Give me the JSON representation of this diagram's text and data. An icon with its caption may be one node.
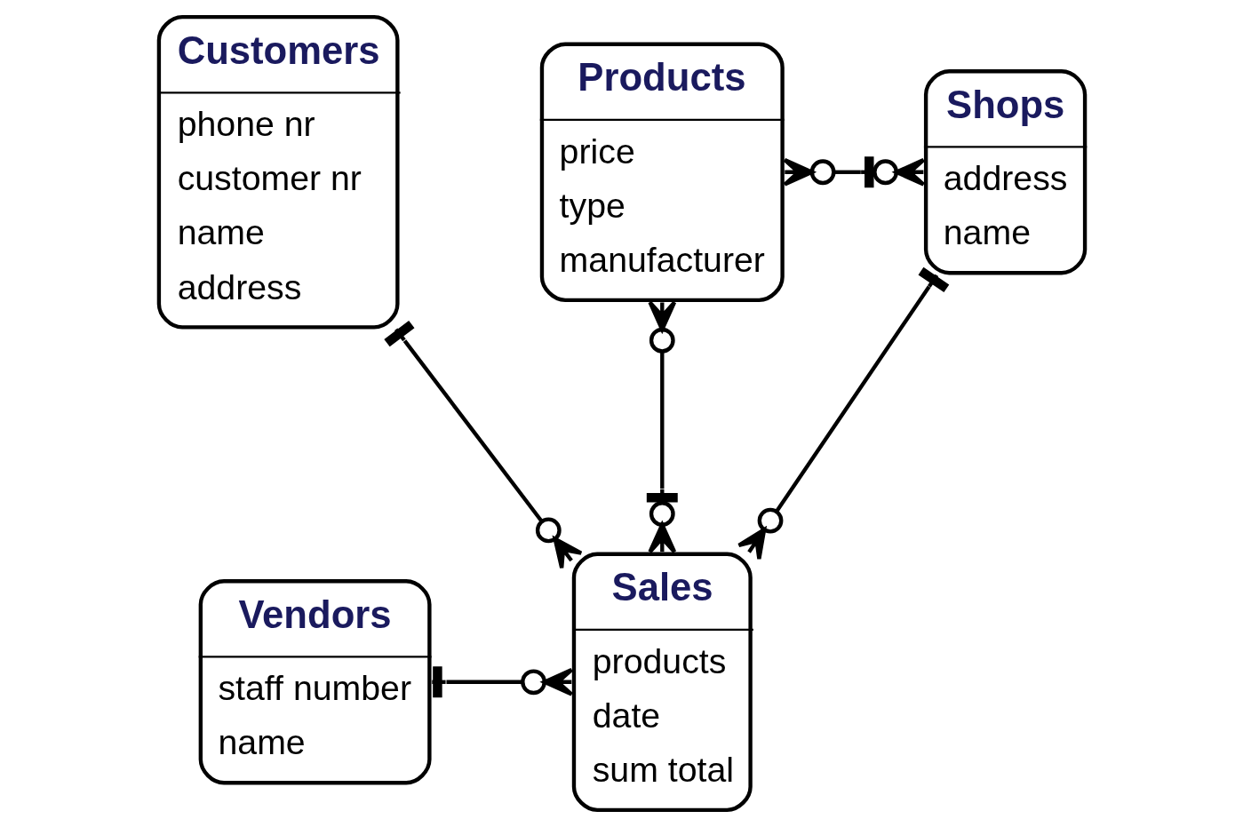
{
  "diagram": {
    "nodes": [
      {
        "text": [
          "Customers",
          "phone nr",
          "customer nr",
          "name",
          "address"
        ]
      },
      {
        "text": [
          "Products",
          "price",
          "type",
          "manufacturer"
        ]
      },
      {
        "text": [
          "Shops",
          "address",
          "name"
        ]
      },
      {
        "text": [
          "Vendors",
          "staff number",
          "name"
        ]
      },
      {
        "text": [
          "Sales",
          "products",
          "date",
          "sum total"
        ]
      }
    ],
    "edges": [
      {
        "from": 0,
        "to": 4,
        "arrow": "other"
      },
      {
        "from": 1,
        "to": 4,
        "arrow": "other"
      },
      {
        "from": 1,
        "to": 2,
        "arrow": "other"
      },
      {
        "from": 2,
        "to": 4,
        "arrow": "other"
      },
      {
        "from": 3,
        "to": 4,
        "arrow": "other"
      }
    ]
  }
}
